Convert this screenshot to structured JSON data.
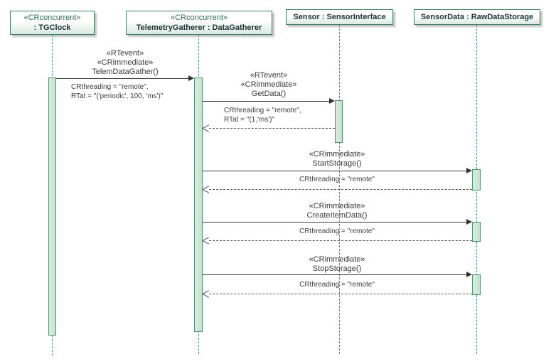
{
  "palette": {
    "box_border": "#3f7d5d",
    "box_fill_bottom": "#d8e9df",
    "activation_fill": "#c9e1d2",
    "activation_border": "#4e8e6c",
    "lifeline_color": "#4e9472",
    "arrow_color": "#3a3a3a",
    "stereotype_color": "#2f6f4f",
    "object_name_color": "#22313a"
  },
  "lifelines": [
    {
      "stereotype": "«CRconcurrent»",
      "name": ": TGClock"
    },
    {
      "stereotype": "«CRconcurrent»",
      "name": "TelemetryGatherer : DataGatherer"
    },
    {
      "name": "Sensor : SensorInterface"
    },
    {
      "name": "SensorData : RawDataStorage"
    }
  ],
  "messages": [
    {
      "stereotype1": "«RTevent»",
      "stereotype2": "«CRimmediate»",
      "name": "TelemDataGather()",
      "constraint1": "CRthreading = \"remote\",",
      "constraint2": "RTat = \"('periodic', 100, 'ms')\""
    },
    {
      "stereotype1": "«RTevent»",
      "stereotype2": "«CRimmediate»",
      "name": "GetData()",
      "constraint1": "CRthreading = \"remote\",",
      "constraint2": "RTat = \"(1,'ms')\""
    },
    {
      "stereotype1": "«CRimmediate»",
      "name": "StartStorage()",
      "constraint1": "CRthreading = \"remote\""
    },
    {
      "stereotype1": "«CRimmediate»",
      "name": "CreateItemData()",
      "constraint1": "CRthreading = \"remote\""
    },
    {
      "stereotype1": "«CRimmediate»",
      "name": "StopStorage()",
      "constraint1": "CRthreading = \"remote\""
    }
  ]
}
